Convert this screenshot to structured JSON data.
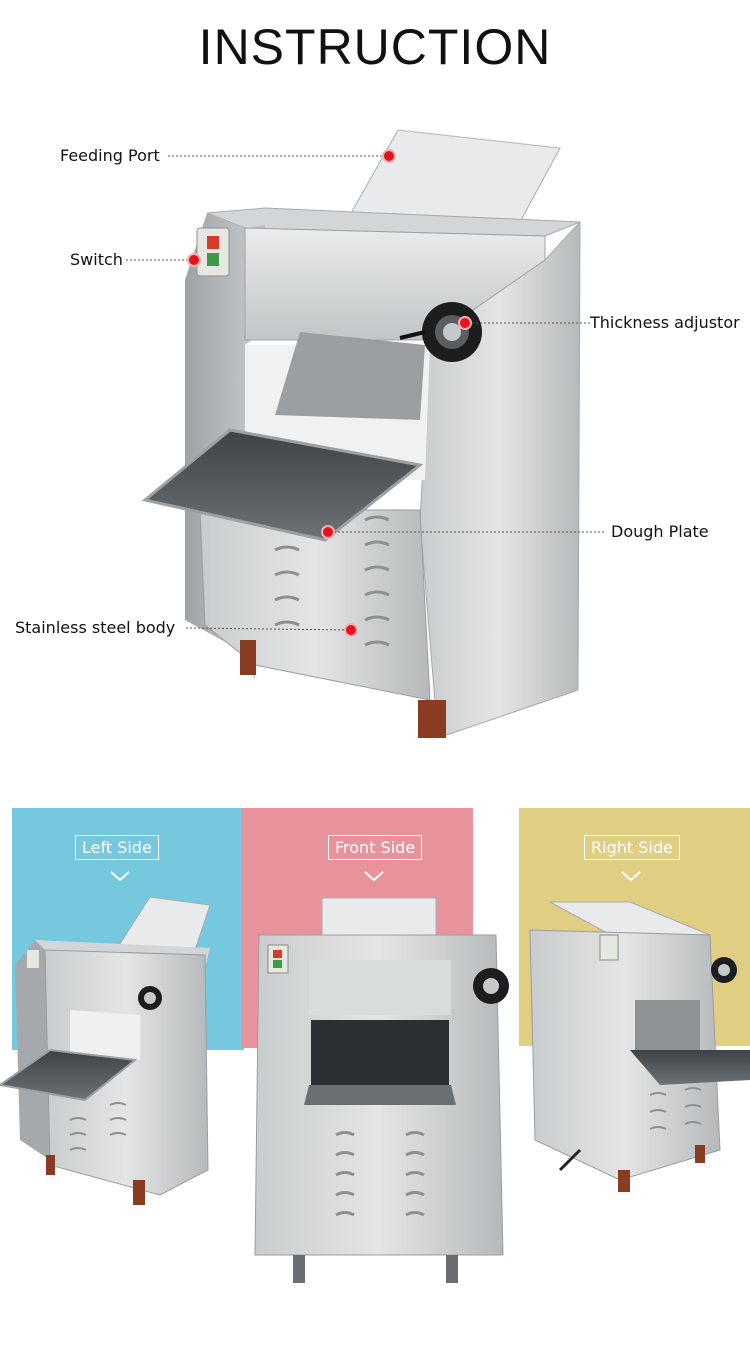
{
  "title": "INSTRUCTION",
  "callouts": {
    "feeding_port": "Feeding Port",
    "switch": "Switch",
    "thickness_adjustor": "Thickness adjustor",
    "dough_plate": "Dough Plate",
    "body": "Stainless steel body"
  },
  "views": [
    {
      "label": "Left Side",
      "color": "#75c8dd"
    },
    {
      "label": "Front Side",
      "color": "#e8939c"
    },
    {
      "label": "Right Side",
      "color": "#e0cf82"
    }
  ],
  "colors": {
    "callout_dot": "#e3141c",
    "leg": "#8a3c22"
  },
  "icons": [
    "chevron-down-icon",
    "switch-icon",
    "handwheel-icon"
  ]
}
